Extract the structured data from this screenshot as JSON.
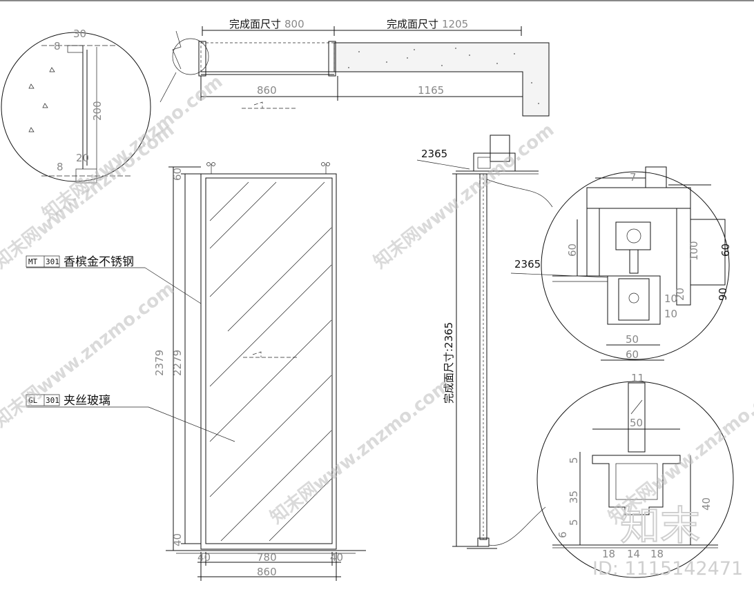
{
  "plan": {
    "top_dim_left": "完成面尺寸",
    "top_dim_left_value": "800",
    "top_dim_right": "完成面尺寸",
    "top_dim_right_value": "1205",
    "bottom_dim_left": "860",
    "bottom_dim_right": "1165"
  },
  "detail_top_left": {
    "dims": [
      "30",
      "8",
      "200",
      "20",
      "8"
    ]
  },
  "elevation": {
    "height_outer": "2379",
    "height_inner": "2279",
    "top_gap": "60",
    "bottom_gap": "40",
    "width_left": "40",
    "width_mid": "780",
    "width_right": "40",
    "width_total": "860"
  },
  "legend": [
    {
      "code": "MT",
      "num": "301",
      "text": "香槟金不锈钢"
    },
    {
      "code": "GL",
      "num": "301",
      "text": "夹丝玻璃"
    }
  ],
  "section": {
    "top_label": "2365",
    "height_label": "完成面尺寸:2365"
  },
  "detail_right_top": {
    "label": "2365",
    "dims": [
      "7",
      "60",
      "100",
      "60",
      "10",
      "10",
      "50",
      "60",
      "20",
      "90"
    ]
  },
  "detail_right_bottom": {
    "dims": [
      "11",
      "50",
      "5",
      "35",
      "5",
      "6",
      "40",
      "18",
      "14",
      "18"
    ]
  },
  "watermarks": [
    "知末网www.znzmo.com"
  ],
  "logo_text": "知末",
  "id_text": "ID: 1115142471"
}
